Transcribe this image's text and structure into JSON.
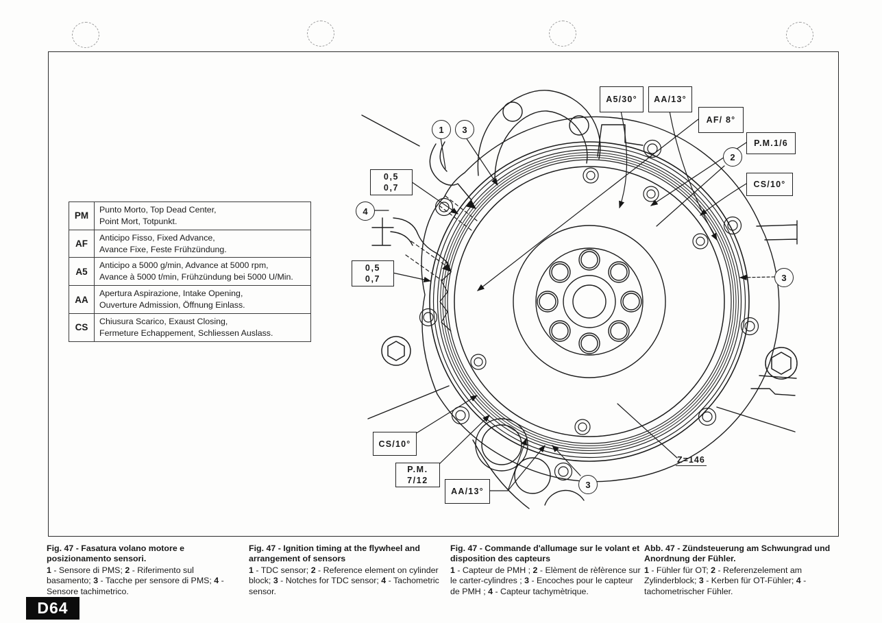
{
  "page": {
    "code": "D64",
    "ink": "#1a1a1a",
    "paper": "#fdfdfc"
  },
  "legend_table": {
    "rows": [
      {
        "abbr": "PM",
        "line1": "Punto Morto, Top Dead Center,",
        "line2": "Point Mort, Totpunkt."
      },
      {
        "abbr": "AF",
        "line1": "Anticipo Fisso, Fixed Advance,",
        "line2": "Avance Fixe, Feste Frühzündung."
      },
      {
        "abbr": "A5",
        "line1": "Anticipo a 5000 g/min, Advance at 5000 rpm,",
        "line2": "Avance à 5000 t/min, Frühzündung bei 5000 U/Min."
      },
      {
        "abbr": "AA",
        "line1": "Apertura Aspirazione, Intake Opening,",
        "line2": "Ouverture Admission, Öffnung Einlass."
      },
      {
        "abbr": "CS",
        "line1": "Chiusura Scarico, Exaust Closing,",
        "line2": "Fermeture Echappement, Schliessen Auslass."
      }
    ]
  },
  "callouts": {
    "a5_30": "A5/30°",
    "aa_13_top": "AA/13°",
    "af_8": "AF/ 8°",
    "pm_1_6": "P.M.1/6",
    "cs_10_right": "CS/10°",
    "gap_top_l1": "0,5",
    "gap_top_l2": "0,7",
    "gap_bottom_l1": "0,5",
    "gap_bottom_l2": "0,7",
    "cs_10_left": "CS/10°",
    "pm_7_12_l1": "P.M.",
    "pm_7_12_l2": "7/12",
    "aa_13_bottom": "AA/13°",
    "z_146": "Z=146"
  },
  "refs": {
    "r1": "1",
    "r2": "2",
    "r3": "3",
    "r4": "4"
  },
  "captions": {
    "it": {
      "title": "Fig. 47 - Fasatura volano motore e posizionamento sensori.",
      "items": [
        {
          "num": "1",
          "text": " - Sensore di PMS; "
        },
        {
          "num": "2",
          "text": " - Riferimento sul basamento; "
        },
        {
          "num": "3",
          "text": " - Tacche per sensore di PMS; "
        },
        {
          "num": "4",
          "text": " - Sensore tachimetrico."
        }
      ]
    },
    "en": {
      "title": "Fig. 47 - Ignition timing at the flywheel and arrangement of sensors",
      "items": [
        {
          "num": "1",
          "text": " - TDC sensor; "
        },
        {
          "num": "2",
          "text": " - Reference element on cylinder block; "
        },
        {
          "num": "3",
          "text": " - Notches for TDC sensor; "
        },
        {
          "num": "4",
          "text": " - Tachometric sensor."
        }
      ]
    },
    "fr": {
      "title": "Fig. 47 - Commande d'allumage sur le volant et disposition des capteurs",
      "items": [
        {
          "num": "1",
          "text": " - Capteur de PMH ; "
        },
        {
          "num": "2",
          "text": " - Elèment de rèfèrence sur le carter-cylindres ; "
        },
        {
          "num": "3",
          "text": " - Encoches pour le capteur de PMH ; "
        },
        {
          "num": "4",
          "text": " - Capteur tachymètrique."
        }
      ]
    },
    "de": {
      "title": "Abb. 47 - Zündsteuerung am Schwungrad und Anordnung der Fühler.",
      "items": [
        {
          "num": "1",
          "text": " - Fühler für OT; "
        },
        {
          "num": "2",
          "text": " - Referenzelement am Zylinderblock; "
        },
        {
          "num": "3",
          "text": " - Kerben für OT-Fühler; "
        },
        {
          "num": "4",
          "text": " - tachometrischer Fühler."
        }
      ]
    }
  }
}
